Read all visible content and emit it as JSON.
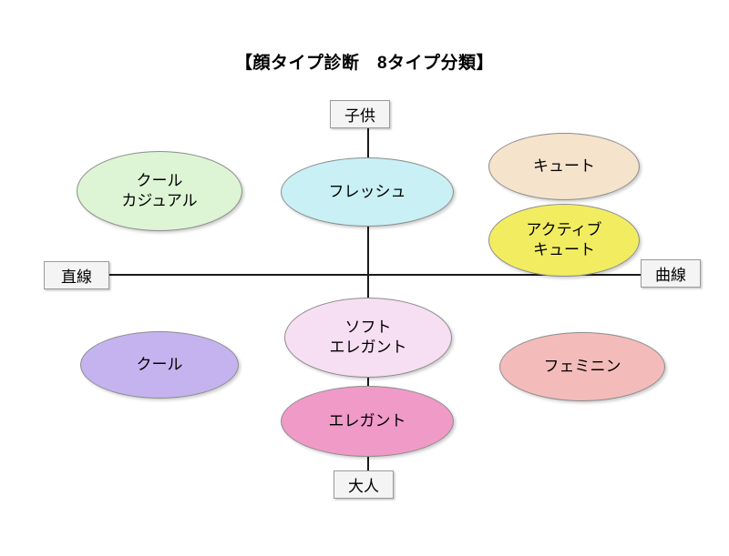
{
  "title": "【顔タイプ診断　8タイプ分類】",
  "axes": {
    "top_label": "子供",
    "bottom_label": "大人",
    "left_label": "直線",
    "right_label": "曲線"
  },
  "nodes": [
    {
      "id": "cool-casual",
      "label": "クール\nカジュアル",
      "color": "#ddf5d5"
    },
    {
      "id": "fresh",
      "label": "フレッシュ",
      "color": "#c8f0f5"
    },
    {
      "id": "cute",
      "label": "キュート",
      "color": "#f5e3cb"
    },
    {
      "id": "active-cute",
      "label": "アクティブ\nキュート",
      "color": "#f2ed60"
    },
    {
      "id": "cool",
      "label": "クール",
      "color": "#c5b3ef"
    },
    {
      "id": "soft-elegant",
      "label": "ソフト\nエレガント",
      "color": "#f7dff3"
    },
    {
      "id": "elegant",
      "label": "エレガント",
      "color": "#f09ac8"
    },
    {
      "id": "feminine",
      "label": "フェミニン",
      "color": "#f3bcba"
    }
  ],
  "colors": {
    "axis_line": "#1a1a1a",
    "box_fill": "#f4f4f4",
    "box_border": "#9a9a9a",
    "node_border": "#8d8d8d",
    "background": "#ffffff",
    "text": "#000000"
  }
}
